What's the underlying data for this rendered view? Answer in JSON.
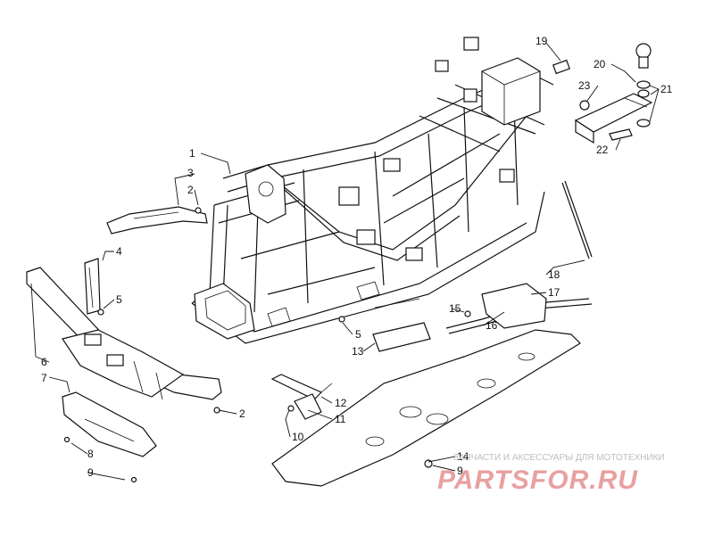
{
  "callouts": [
    {
      "id": "c1",
      "text": "1"
    },
    {
      "id": "c3",
      "text": "3"
    },
    {
      "id": "c2a",
      "text": "2"
    },
    {
      "id": "c4",
      "text": "4"
    },
    {
      "id": "c5a",
      "text": "5"
    },
    {
      "id": "c6",
      "text": "6"
    },
    {
      "id": "c7",
      "text": "7"
    },
    {
      "id": "c8",
      "text": "8"
    },
    {
      "id": "c9a",
      "text": "9"
    },
    {
      "id": "c2b",
      "text": "2"
    },
    {
      "id": "c5b",
      "text": "5"
    },
    {
      "id": "c13",
      "text": "13"
    },
    {
      "id": "c10",
      "text": "10"
    },
    {
      "id": "c11",
      "text": "11"
    },
    {
      "id": "c12",
      "text": "12"
    },
    {
      "id": "c14",
      "text": "14"
    },
    {
      "id": "c9b",
      "text": "9"
    },
    {
      "id": "c15",
      "text": "15"
    },
    {
      "id": "c16",
      "text": "16"
    },
    {
      "id": "c17",
      "text": "17"
    },
    {
      "id": "c18",
      "text": "18"
    },
    {
      "id": "c19",
      "text": "19"
    },
    {
      "id": "c20",
      "text": "20"
    },
    {
      "id": "c21",
      "text": "21"
    },
    {
      "id": "c22",
      "text": "22"
    },
    {
      "id": "c23",
      "text": "23"
    }
  ],
  "watermark": {
    "tagline": "ЗАПЧАСТИ И АКСЕССУАРЫ ДЛЯ МОТОТЕХНИКИ",
    "logo": "PARTSFOR.RU",
    "logo_color": "#e8a0a0"
  }
}
